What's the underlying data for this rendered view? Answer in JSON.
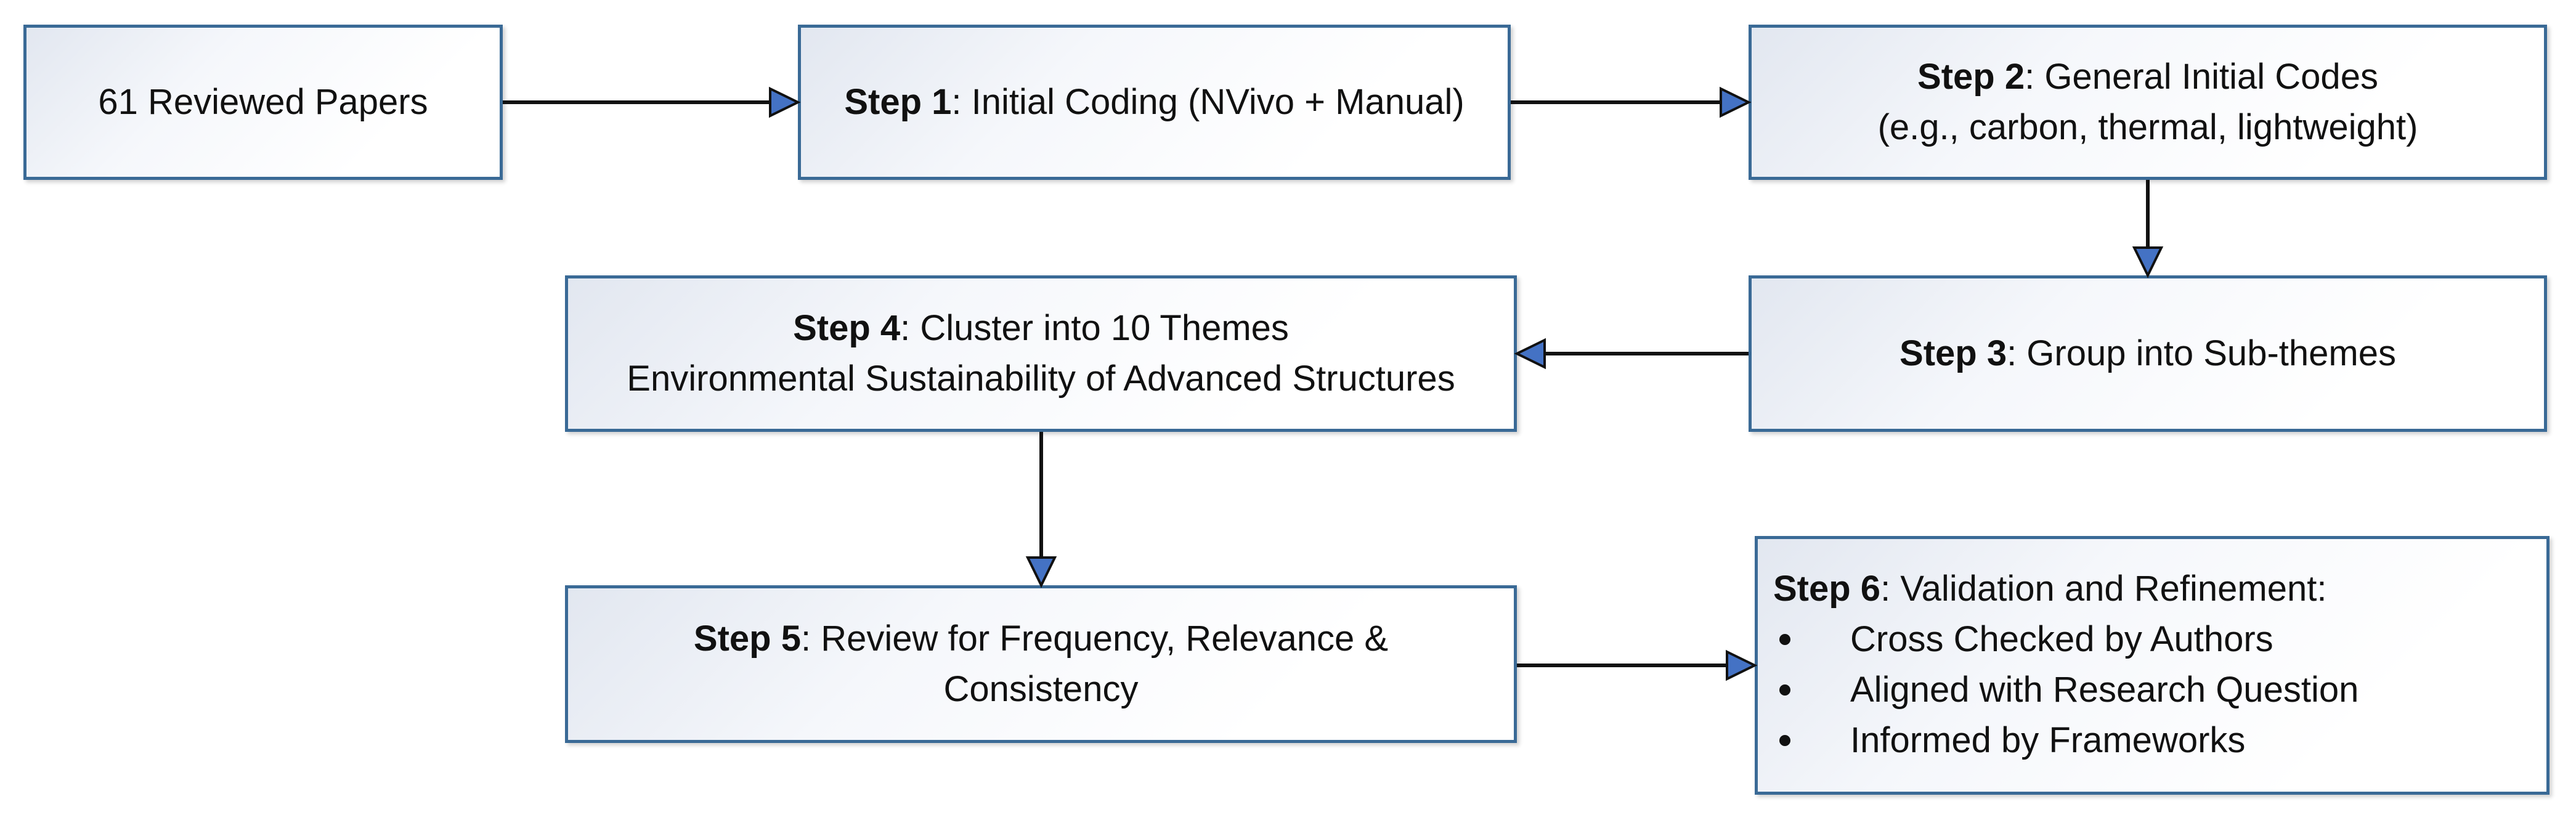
{
  "nodes": {
    "papers": {
      "text": "61 Reviewed Papers"
    },
    "step1": {
      "label": "Step 1",
      "text": ": Initial Coding (NVivo + Manual)"
    },
    "step2": {
      "label": "Step 2",
      "text": ": General Initial Codes",
      "line2": "(e.g., carbon, thermal, lightweight)"
    },
    "step3": {
      "label": "Step 3",
      "text": ": Group into Sub-themes"
    },
    "step4": {
      "label": "Step 4",
      "text": ": Cluster into 10 Themes",
      "line2": "Environmental Sustainability of Advanced Structures"
    },
    "step5": {
      "label": "Step 5",
      "text": ": Review for Frequency, Relevance &",
      "line2": "Consistency"
    },
    "step6": {
      "label": "Step 6",
      "text": ": Validation and Refinement:",
      "bullets": [
        "Cross Checked by Authors",
        "Aligned with Research Question",
        "Informed by Frameworks"
      ]
    }
  },
  "edges": [
    {
      "from": "papers",
      "to": "step1"
    },
    {
      "from": "step1",
      "to": "step2"
    },
    {
      "from": "step2",
      "to": "step3"
    },
    {
      "from": "step3",
      "to": "step4"
    },
    {
      "from": "step4",
      "to": "step5"
    },
    {
      "from": "step5",
      "to": "step6"
    }
  ],
  "colors": {
    "box_border": "#3a6a96",
    "arrow_head": "#4472c4",
    "arrow_line": "#111111"
  }
}
